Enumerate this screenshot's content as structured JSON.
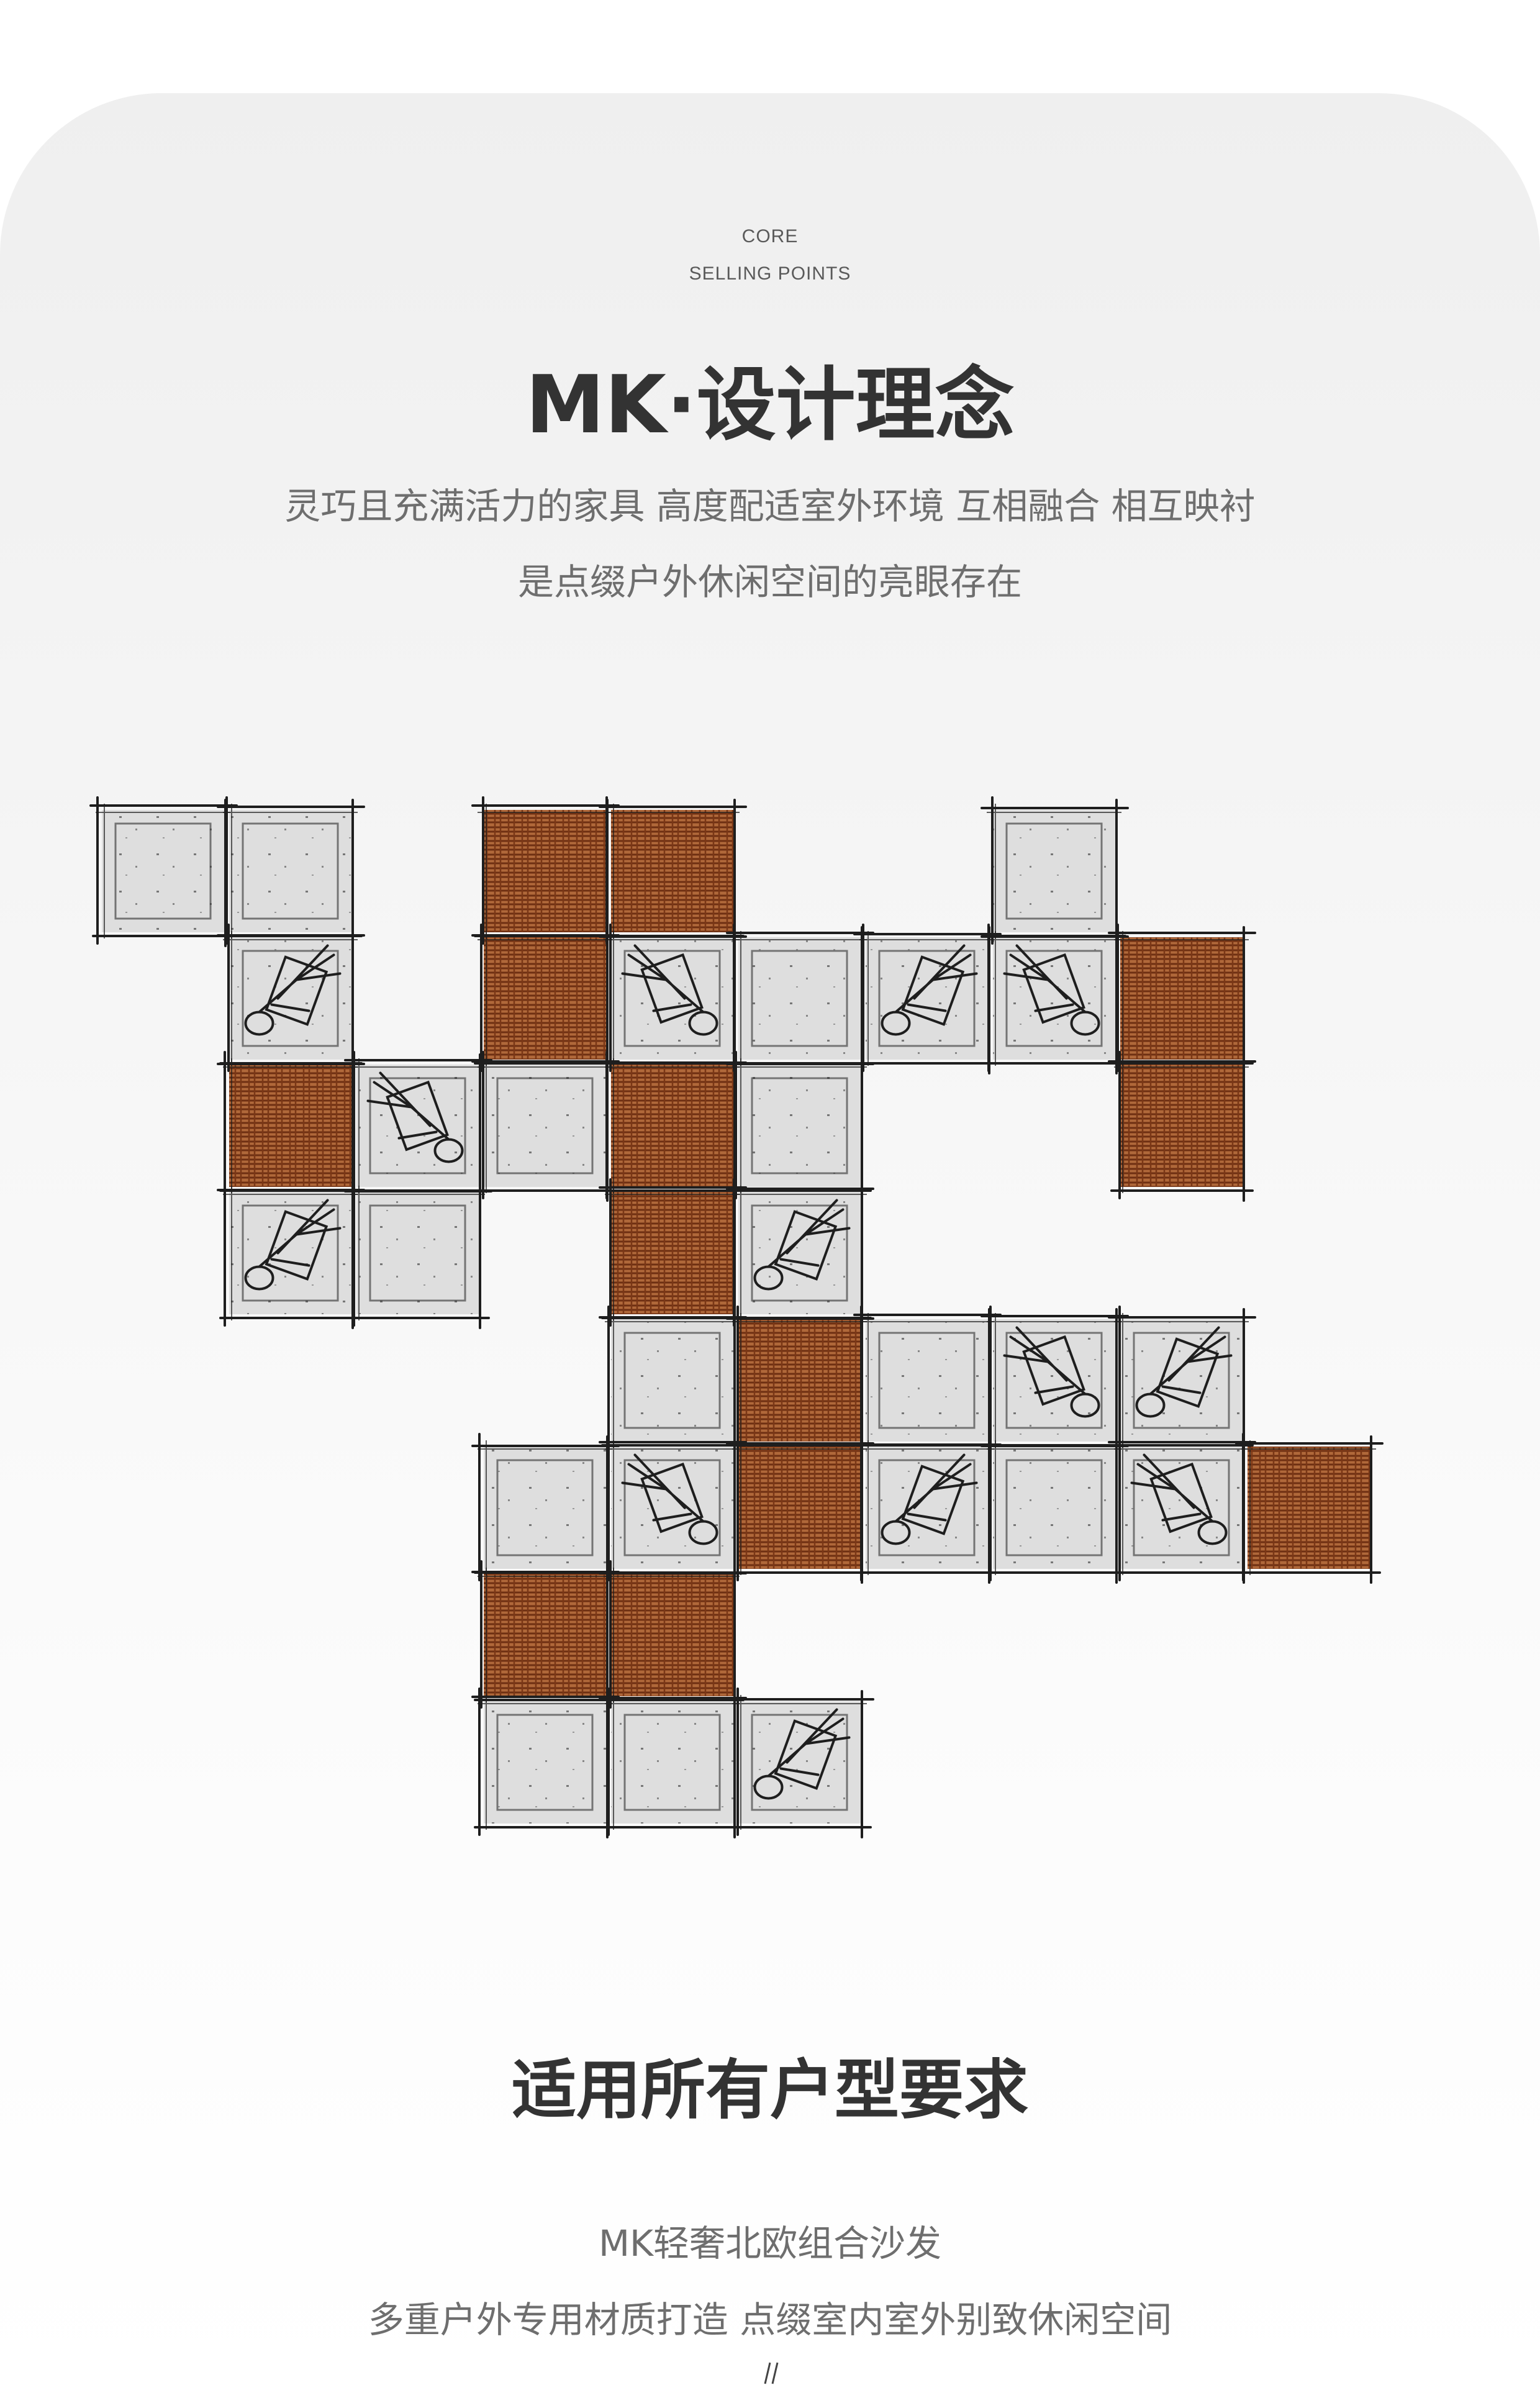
{
  "eyebrow": {
    "line1": "CORE",
    "line2": "SELLING POINTS"
  },
  "section1": {
    "title": "MK·设计理念",
    "line1": "灵巧且充满活力的家具 高度配适室外环境 互相融合 相互映衬",
    "line2": "是点缀户外休闲空间的亮眼存在"
  },
  "illustration": {
    "icon": "modular-sofa-sketch-illustration",
    "colors": {
      "wood": "#a0552a",
      "cushion": "#dcdcdc",
      "ink": "#1e1e1e"
    },
    "cells": [
      {
        "c": 0,
        "r": 0,
        "t": "g"
      },
      {
        "c": 1,
        "r": 0,
        "t": "g"
      },
      {
        "c": 1,
        "r": 1,
        "t": "g"
      },
      {
        "c": 1,
        "r": 2,
        "t": "w"
      },
      {
        "c": 2,
        "r": 2,
        "t": "g"
      },
      {
        "c": 3,
        "r": 2,
        "t": "g"
      },
      {
        "c": 1,
        "r": 3,
        "t": "g"
      },
      {
        "c": 2,
        "r": 3,
        "t": "g"
      },
      {
        "c": 3,
        "r": 0,
        "t": "w"
      },
      {
        "c": 4,
        "r": 0,
        "t": "w"
      },
      {
        "c": 3,
        "r": 1,
        "t": "w"
      },
      {
        "c": 4,
        "r": 1,
        "t": "g"
      },
      {
        "c": 5,
        "r": 1,
        "t": "g"
      },
      {
        "c": 6,
        "r": 1,
        "t": "g"
      },
      {
        "c": 7,
        "r": 0,
        "t": "g"
      },
      {
        "c": 7,
        "r": 1,
        "t": "g"
      },
      {
        "c": 8,
        "r": 1,
        "t": "w"
      },
      {
        "c": 8,
        "r": 2,
        "t": "w"
      },
      {
        "c": 4,
        "r": 2,
        "t": "w"
      },
      {
        "c": 5,
        "r": 2,
        "t": "g"
      },
      {
        "c": 4,
        "r": 3,
        "t": "w"
      },
      {
        "c": 5,
        "r": 3,
        "t": "g"
      },
      {
        "c": 4,
        "r": 4,
        "t": "g"
      },
      {
        "c": 5,
        "r": 4,
        "t": "w"
      },
      {
        "c": 6,
        "r": 4,
        "t": "g"
      },
      {
        "c": 7,
        "r": 4,
        "t": "g"
      },
      {
        "c": 8,
        "r": 4,
        "t": "g"
      },
      {
        "c": 3,
        "r": 5,
        "t": "g"
      },
      {
        "c": 4,
        "r": 5,
        "t": "g"
      },
      {
        "c": 5,
        "r": 5,
        "t": "w"
      },
      {
        "c": 6,
        "r": 5,
        "t": "g"
      },
      {
        "c": 7,
        "r": 5,
        "t": "g"
      },
      {
        "c": 8,
        "r": 5,
        "t": "g"
      },
      {
        "c": 9,
        "r": 5,
        "t": "w"
      },
      {
        "c": 3,
        "r": 6,
        "t": "w"
      },
      {
        "c": 4,
        "r": 6,
        "t": "w"
      },
      {
        "c": 3,
        "r": 7,
        "t": "g"
      },
      {
        "c": 4,
        "r": 7,
        "t": "g"
      },
      {
        "c": 5,
        "r": 7,
        "t": "g"
      }
    ],
    "figures": [
      {
        "c": 1,
        "r": 1
      },
      {
        "c": 2,
        "r": 2
      },
      {
        "c": 1,
        "r": 3
      },
      {
        "c": 4,
        "r": 1
      },
      {
        "c": 6,
        "r": 1
      },
      {
        "c": 7,
        "r": 1
      },
      {
        "c": 5,
        "r": 3
      },
      {
        "c": 7,
        "r": 4
      },
      {
        "c": 8,
        "r": 4
      },
      {
        "c": 4,
        "r": 5
      },
      {
        "c": 6,
        "r": 5
      },
      {
        "c": 8,
        "r": 5
      },
      {
        "c": 5,
        "r": 7
      }
    ]
  },
  "section2": {
    "title": "适用所有户型要求",
    "line1": "MK轻奢北欧组合沙发",
    "line2": "多重户外专用材质打造 点缀室内室外别致休闲空间"
  }
}
